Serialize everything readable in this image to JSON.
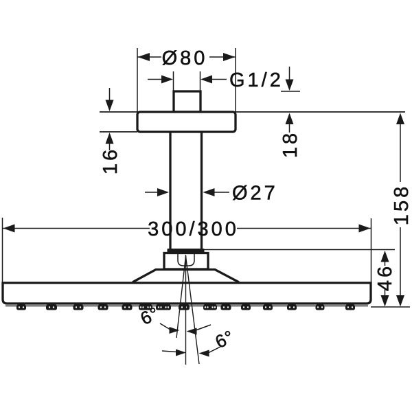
{
  "diagram": {
    "type": "technical-dimension-drawing",
    "subject": "ceiling-mounted overhead shower",
    "labels": {
      "flange_diameter": "Ø80",
      "thread": "G1/2",
      "flange_height": "16",
      "thread_length": "18",
      "pipe_diameter": "Ø27",
      "head_width": "300/300",
      "total_height": "158",
      "head_height": "46",
      "spray_angle_left": "6°",
      "spray_angle_right": "6°"
    },
    "colors": {
      "line": "#1a1a1a",
      "background": "#ffffff"
    }
  }
}
